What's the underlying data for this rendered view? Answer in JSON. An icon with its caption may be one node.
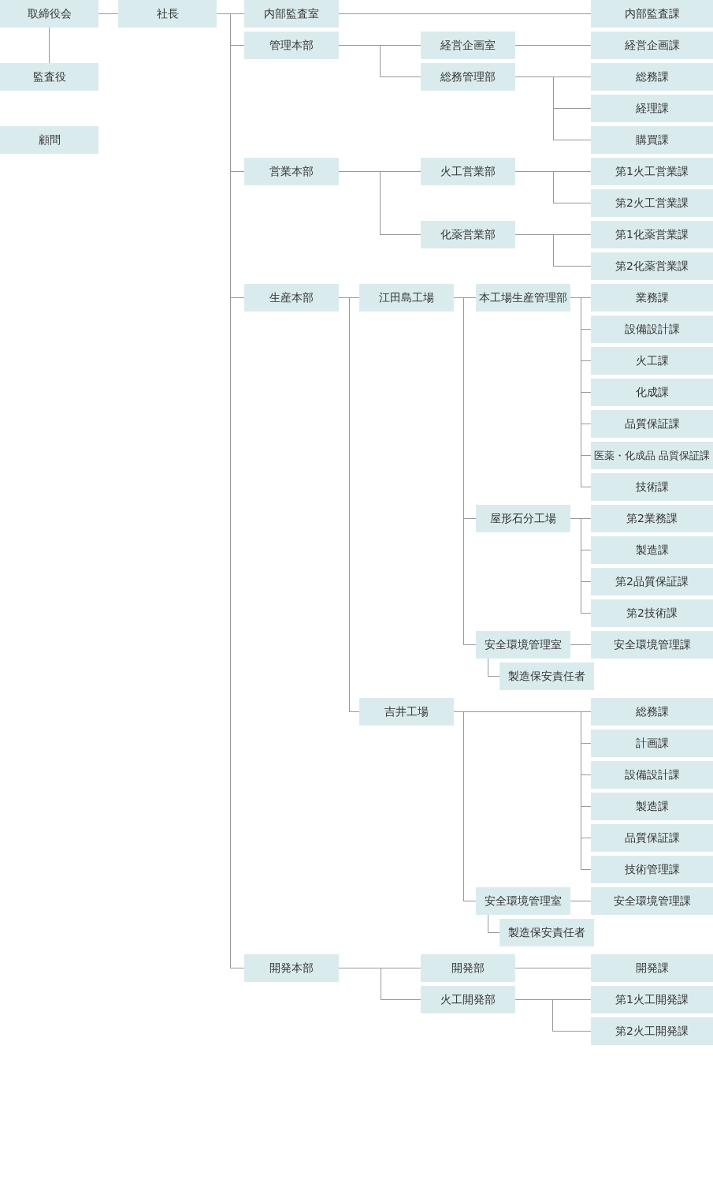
{
  "diagram": {
    "nodes": [
      {
        "text": [
          "取締役会"
        ]
      },
      {
        "text": [
          "社長"
        ]
      },
      {
        "text": [
          "内部監査室"
        ]
      },
      {
        "text": [
          "内部監査課"
        ]
      },
      {
        "text": [
          "管理本部"
        ]
      },
      {
        "text": [
          "経営企画室"
        ]
      },
      {
        "text": [
          "経営企画課"
        ]
      },
      {
        "text": [
          "監査役"
        ]
      },
      {
        "text": [
          "総務管理部"
        ]
      },
      {
        "text": [
          "総務課"
        ]
      },
      {
        "text": [
          "経理課"
        ]
      },
      {
        "text": [
          "顧問"
        ]
      },
      {
        "text": [
          "購買課"
        ]
      },
      {
        "text": [
          "営業本部"
        ]
      },
      {
        "text": [
          "火工営業部"
        ]
      },
      {
        "text": [
          "第1火工営業課"
        ]
      },
      {
        "text": [
          "第2火工営業課"
        ]
      },
      {
        "text": [
          "化薬営業部"
        ]
      },
      {
        "text": [
          "第1化薬営業課"
        ]
      },
      {
        "text": [
          "第2化薬営業課"
        ]
      },
      {
        "text": [
          "生産本部"
        ]
      },
      {
        "text": [
          "江田島工場"
        ]
      },
      {
        "text": [
          "本工場生産管理部"
        ]
      },
      {
        "text": [
          "業務課"
        ]
      },
      {
        "text": [
          "設備設計課"
        ]
      },
      {
        "text": [
          "火工課"
        ]
      },
      {
        "text": [
          "化成課"
        ]
      },
      {
        "text": [
          "品質保証課"
        ]
      },
      {
        "text": [
          "医薬・化成品 品質保証課"
        ]
      },
      {
        "text": [
          "技術課"
        ]
      },
      {
        "text": [
          "屋形石分工場"
        ]
      },
      {
        "text": [
          "第2業務課"
        ]
      },
      {
        "text": [
          "製造課"
        ]
      },
      {
        "text": [
          "第2品質保証課"
        ]
      },
      {
        "text": [
          "第2技術課"
        ]
      },
      {
        "text": [
          "安全環境管理室"
        ]
      },
      {
        "text": [
          "安全環境管理課"
        ]
      },
      {
        "text": [
          "製造保安責任者"
        ]
      },
      {
        "text": [
          "吉井工場"
        ]
      },
      {
        "text": [
          "総務課"
        ]
      },
      {
        "text": [
          "計画課"
        ]
      },
      {
        "text": [
          "設備設計課"
        ]
      },
      {
        "text": [
          "製造課"
        ]
      },
      {
        "text": [
          "品質保証課"
        ]
      },
      {
        "text": [
          "技術管理課"
        ]
      },
      {
        "text": [
          "安全環境管理室"
        ]
      },
      {
        "text": [
          "安全環境管理課"
        ]
      },
      {
        "text": [
          "製造保安責任者"
        ]
      },
      {
        "text": [
          "開発本部"
        ]
      },
      {
        "text": [
          "開発部"
        ]
      },
      {
        "text": [
          "開発課"
        ]
      },
      {
        "text": [
          "火工開発部"
        ]
      },
      {
        "text": [
          "第1火工開発課"
        ]
      },
      {
        "text": [
          "第2火工開発課"
        ]
      }
    ],
    "edges": [
      {
        "from": 0,
        "to": 1,
        "arrow": "none"
      },
      {
        "from": 0,
        "to": 7,
        "arrow": "none"
      },
      {
        "from": 1,
        "to": 2,
        "arrow": "none"
      },
      {
        "from": 1,
        "to": 4,
        "arrow": "none"
      },
      {
        "from": 1,
        "to": 13,
        "arrow": "none"
      },
      {
        "from": 1,
        "to": 20,
        "arrow": "none"
      },
      {
        "from": 1,
        "to": 48,
        "arrow": "none"
      },
      {
        "from": 2,
        "to": 3,
        "arrow": "none"
      },
      {
        "from": 4,
        "to": 5,
        "arrow": "none"
      },
      {
        "from": 4,
        "to": 8,
        "arrow": "none"
      },
      {
        "from": 5,
        "to": 6,
        "arrow": "none"
      },
      {
        "from": 8,
        "to": 9,
        "arrow": "none"
      },
      {
        "from": 8,
        "to": 10,
        "arrow": "none"
      },
      {
        "from": 8,
        "to": 12,
        "arrow": "none"
      },
      {
        "from": 13,
        "to": 14,
        "arrow": "none"
      },
      {
        "from": 13,
        "to": 17,
        "arrow": "none"
      },
      {
        "from": 14,
        "to": 15,
        "arrow": "none"
      },
      {
        "from": 14,
        "to": 16,
        "arrow": "none"
      },
      {
        "from": 17,
        "to": 18,
        "arrow": "none"
      },
      {
        "from": 17,
        "to": 19,
        "arrow": "none"
      },
      {
        "from": 20,
        "to": 21,
        "arrow": "none"
      },
      {
        "from": 20,
        "to": 38,
        "arrow": "none"
      },
      {
        "from": 21,
        "to": 22,
        "arrow": "none"
      },
      {
        "from": 21,
        "to": 30,
        "arrow": "none"
      },
      {
        "from": 21,
        "to": 35,
        "arrow": "none"
      },
      {
        "from": 22,
        "to": 23,
        "arrow": "none"
      },
      {
        "from": 22,
        "to": 24,
        "arrow": "none"
      },
      {
        "from": 22,
        "to": 25,
        "arrow": "none"
      },
      {
        "from": 22,
        "to": 26,
        "arrow": "none"
      },
      {
        "from": 22,
        "to": 27,
        "arrow": "none"
      },
      {
        "from": 22,
        "to": 28,
        "arrow": "none"
      },
      {
        "from": 22,
        "to": 29,
        "arrow": "none"
      },
      {
        "from": 30,
        "to": 31,
        "arrow": "none"
      },
      {
        "from": 30,
        "to": 32,
        "arrow": "none"
      },
      {
        "from": 30,
        "to": 33,
        "arrow": "none"
      },
      {
        "from": 30,
        "to": 34,
        "arrow": "none"
      },
      {
        "from": 35,
        "to": 36,
        "arrow": "none"
      },
      {
        "from": 35,
        "to": 37,
        "arrow": "none"
      },
      {
        "from": 38,
        "to": 39,
        "arrow": "none"
      },
      {
        "from": 38,
        "to": 40,
        "arrow": "none"
      },
      {
        "from": 38,
        "to": 41,
        "arrow": "none"
      },
      {
        "from": 38,
        "to": 42,
        "arrow": "none"
      },
      {
        "from": 38,
        "to": 43,
        "arrow": "none"
      },
      {
        "from": 38,
        "to": 44,
        "arrow": "none"
      },
      {
        "from": 38,
        "to": 45,
        "arrow": "none"
      },
      {
        "from": 45,
        "to": 46,
        "arrow": "none"
      },
      {
        "from": 45,
        "to": 47,
        "arrow": "none"
      },
      {
        "from": 48,
        "to": 49,
        "arrow": "none"
      },
      {
        "from": 48,
        "to": 51,
        "arrow": "none"
      },
      {
        "from": 49,
        "to": 50,
        "arrow": "none"
      },
      {
        "from": 51,
        "to": 52,
        "arrow": "none"
      },
      {
        "from": 51,
        "to": 53,
        "arrow": "none"
      }
    ]
  }
}
